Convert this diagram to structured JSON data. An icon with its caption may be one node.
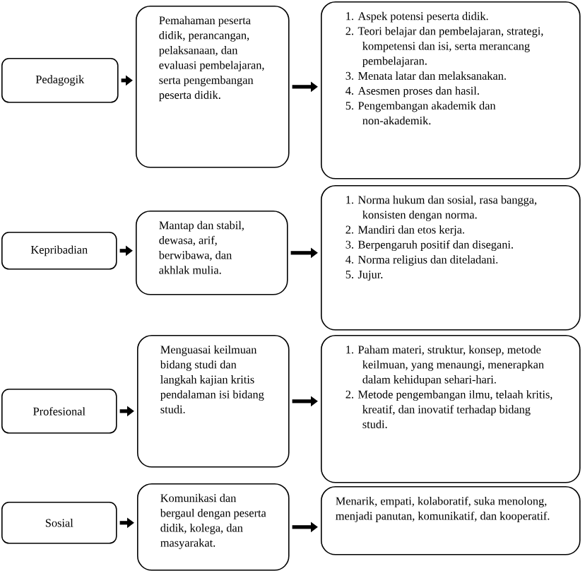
{
  "diagram": {
    "nodes": [
      {
        "text": [
          "Pedagogik"
        ]
      },
      {
        "text": [
          "Pemahaman peserta didik, perancangan, pelaksanaan, dan evaluasi pembelajaran, serta pengembangan peserta didik."
        ]
      },
      {
        "text": [
          "1. Aspek potensi peserta didik.",
          "2. Teori belajar dan pembelajaran, strategi, kompetensi dan isi, serta merancang pembelajaran.",
          "3. Menata latar dan melaksanakan.",
          "4. Asesmen proses dan hasil.",
          "5. Pengembangan akademik dan non-akademik."
        ]
      },
      {
        "text": [
          "Kepribadian"
        ]
      },
      {
        "text": [
          "Mantap dan stabil, dewasa, arif, berwibawa, dan akhlak mulia."
        ]
      },
      {
        "text": [
          "1. Norma hukum dan sosial, rasa bangga, konsisten dengan norma.",
          "2. Mandiri dan etos kerja.",
          "3. Berpengaruh positif dan disegani.",
          "4. Norma religius dan diteladani.",
          "5. Jujur."
        ]
      },
      {
        "text": [
          "Profesional"
        ]
      },
      {
        "text": [
          "Menguasai keilmuan bidang studi dan langkah kajian kritis pendalaman isi bidang studi."
        ]
      },
      {
        "text": [
          "1. Paham materi, struktur, konsep, metode keilmuan, yang menaungi, menerapkan dalam kehidupan sehari-hari.",
          "2. Metode pengembangan ilmu, telaah kritis, kreatif, dan inovatif terhadap bidang studi."
        ]
      },
      {
        "text": [
          "Sosial"
        ]
      },
      {
        "text": [
          "Komunikasi dan bergaul dengan peserta didik, kolega, dan masyarakat."
        ]
      },
      {
        "text": [
          "Menarik, empati, kolaboratif, suka menolong, menjadi panutan, komunikatif, dan kooperatif."
        ]
      }
    ],
    "edges": [
      {
        "from": 0,
        "to": 1,
        "arrow": "to"
      },
      {
        "from": 1,
        "to": 2,
        "arrow": "to"
      },
      {
        "from": 3,
        "to": 4,
        "arrow": "to"
      },
      {
        "from": 4,
        "to": 5,
        "arrow": "to"
      },
      {
        "from": 6,
        "to": 7,
        "arrow": "to"
      },
      {
        "from": 7,
        "to": 8,
        "arrow": "to"
      },
      {
        "from": 9,
        "to": 10,
        "arrow": "to"
      },
      {
        "from": 10,
        "to": 11,
        "arrow": "to"
      }
    ]
  }
}
